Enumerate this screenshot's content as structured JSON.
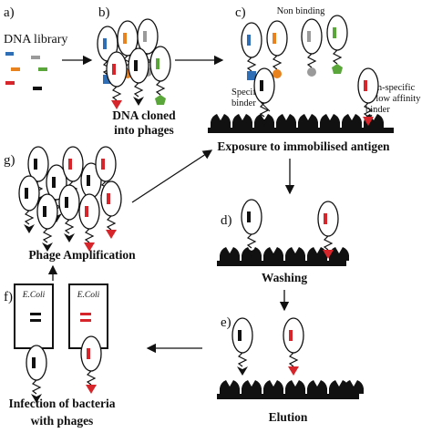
{
  "panels": {
    "a": "a)",
    "b": "b)",
    "c": "c)",
    "d": "d)",
    "e": "e)",
    "f": "f)",
    "g": "g)"
  },
  "labels": {
    "dna_library": "DNA library",
    "dna_cloned_1": "DNA cloned",
    "dna_cloned_2": "into phages",
    "non_binding": "Non binding",
    "specific_1": "Specific",
    "specific_2": "binder",
    "nonspecific_1": "Non-specific",
    "nonspecific_2": "or low affinity",
    "nonspecific_3": "binder",
    "exposure": "Exposure to immobilised antigen",
    "washing": "Washing",
    "elution": "Elution",
    "phage_amp": "Phage Amplification",
    "infection_1": "Infection of bacteria",
    "infection_2": "with phages",
    "ecoli": "E.Coli"
  },
  "colors": {
    "blue": "#2f6db5",
    "orange": "#e8821e",
    "gray": "#9a9a9a",
    "green": "#5aa63a",
    "red": "#d6262b",
    "black": "#111111"
  }
}
